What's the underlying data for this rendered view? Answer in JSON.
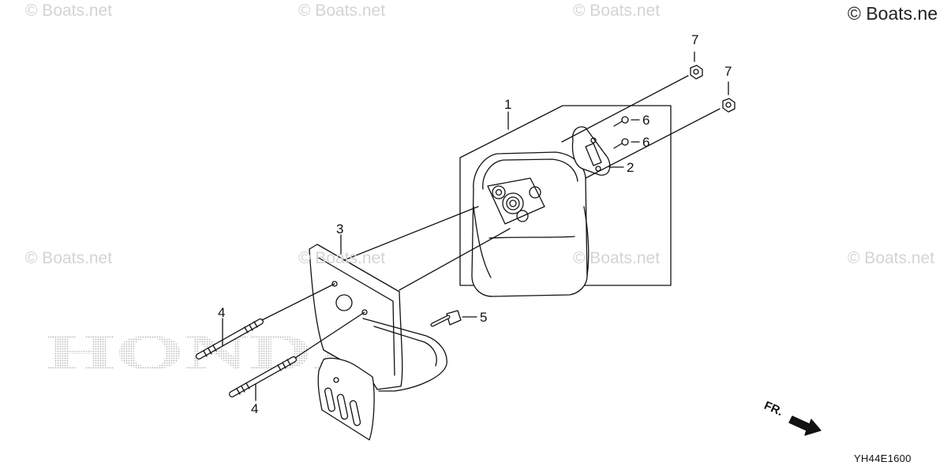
{
  "watermark": {
    "text": "© Boats.net",
    "corner_text": "© Boats.ne"
  },
  "brand_text": "HONDA",
  "callouts": {
    "muffler": "1",
    "gasket": "2",
    "heat_shield": "3",
    "stud_upper": "4",
    "stud_lower": "4",
    "bolt": "5",
    "screw_upper": "6",
    "screw_lower": "6",
    "nut_upper": "7",
    "nut_lower": "7"
  },
  "direction_label": "FR.",
  "diagram_code": "YH44E1600",
  "colors": {
    "line": "#111111",
    "watermark": "#d4d4d4",
    "halftone": "#bdbdbd"
  }
}
